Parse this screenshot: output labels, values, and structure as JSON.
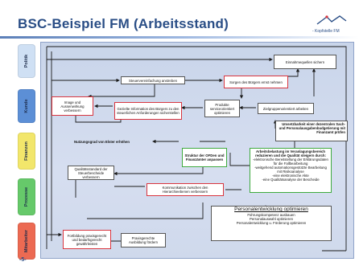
{
  "header": {
    "title": "BSC-Beispiel FM (Arbeitsstand)",
    "logo_text": "- Kopfstelle FM"
  },
  "sidebar": {
    "bands": [
      {
        "label": "Politik",
        "color": "#cfe0f4"
      },
      {
        "label": "Kunde",
        "color": "#5c8fd6"
      },
      {
        "label": "Finanzen",
        "color": "#f2e66b"
      },
      {
        "label": "Prozesse",
        "color": "#66c96a"
      },
      {
        "label": "Mitarbeiter",
        "color": "#ec6a52"
      }
    ]
  },
  "footer": {
    "page": "-5-"
  },
  "nodes": {
    "einnahmequellen": "Einnahmequellen sichern",
    "steuervereinfachung": "Steuervereinfachung anstreben",
    "sorgen": "Sorgen des Bürgers ernst nehmen",
    "image": "Image und Aussenwirkung verbessern",
    "gezielte_info": "Gezielte Information des Bürgers zu den steuerlichen Anforderungen sicherstellen",
    "produkte": "Produkte serviceorientiert optimieren",
    "zielgruppen": "Zielgruppenorientiert arbeiten",
    "umsetzbarkeit": "Umsetzbarkeit einer dezentralen Sach- und Personalausgabenbudgetierung mit Finanzamt prüfen",
    "nutzungsgrad": "Nutzungsgrad von Elster erhöhen",
    "struktur": "Struktur der OFDen und Finanzämter anpassen",
    "arbeitsbelastung_title": "Arbeitsbelastung im Veranlagungsbereich reduzieren und die Qualität steigern durch:",
    "arbeitsbelastung_items": [
      "-elektronische Bereitstellung der Erklärungsdaten für die Fallbearbeitung",
      "-weitgehend automationsgestützte Bearbeitung mit Risikoanalyse",
      "-eine elektronische Akte",
      "-eine Qualitätsanalyse der Bescheide"
    ],
    "qualitaetsstandard": "Qualitätsstandard der Steuerbescheide verbessern",
    "kommunikation": "Kommunikation zwischen den Hierarchieebenen verbessern",
    "personalentwicklung_title": "Personalentwicklung optimieren",
    "personalentwicklung_items": [
      "Führungskompetenz ausbauen",
      "Personalauswahl optimieren",
      "Personalentwicklung u. Förderung optimieren"
    ],
    "fortbildung": "Fortbildung praxisgerecht und bedarfsgerecht gewährleisten",
    "ausbildung": "Praxisgerechte Ausbildung fördern"
  }
}
